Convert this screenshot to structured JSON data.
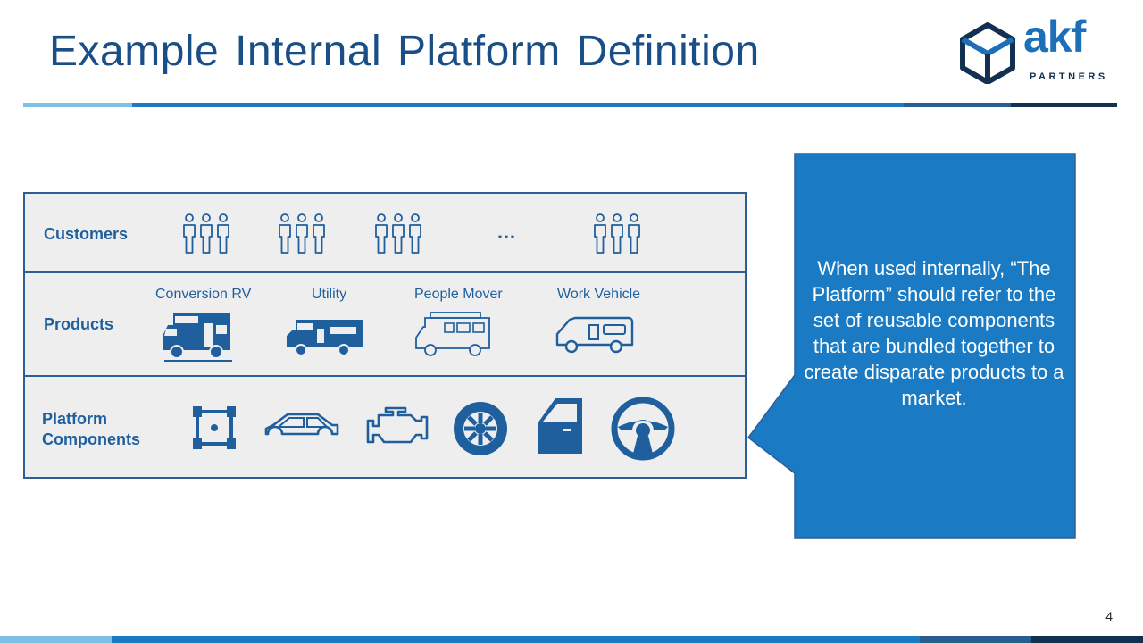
{
  "slide": {
    "title": "Example Internal Platform Definition",
    "page_number": "4"
  },
  "logo": {
    "name": "akf",
    "subtitle": "PARTNERS"
  },
  "rows": {
    "customers": {
      "label": "Customers",
      "ellipsis": "…"
    },
    "products": {
      "label": "Products",
      "items": [
        "Conversion RV",
        "Utility",
        "People Mover",
        "Work Vehicle"
      ]
    },
    "components": {
      "label": "Platform Components"
    }
  },
  "callout": {
    "text": "When used internally, “The Platform” should refer to the set of reusable components that are bundled together to create disparate products to a market."
  },
  "colors": {
    "title": "#1a4e86",
    "accent": "#1a7bc4",
    "icon": "#1f5f9e",
    "table_bg": "#eeeeee",
    "border": "#2c5f95"
  },
  "icons": [
    "customer-group-icon",
    "rv-icon",
    "chassis-icon",
    "car-body-icon",
    "engine-icon",
    "tire-icon",
    "door-icon",
    "steering-wheel-icon"
  ]
}
